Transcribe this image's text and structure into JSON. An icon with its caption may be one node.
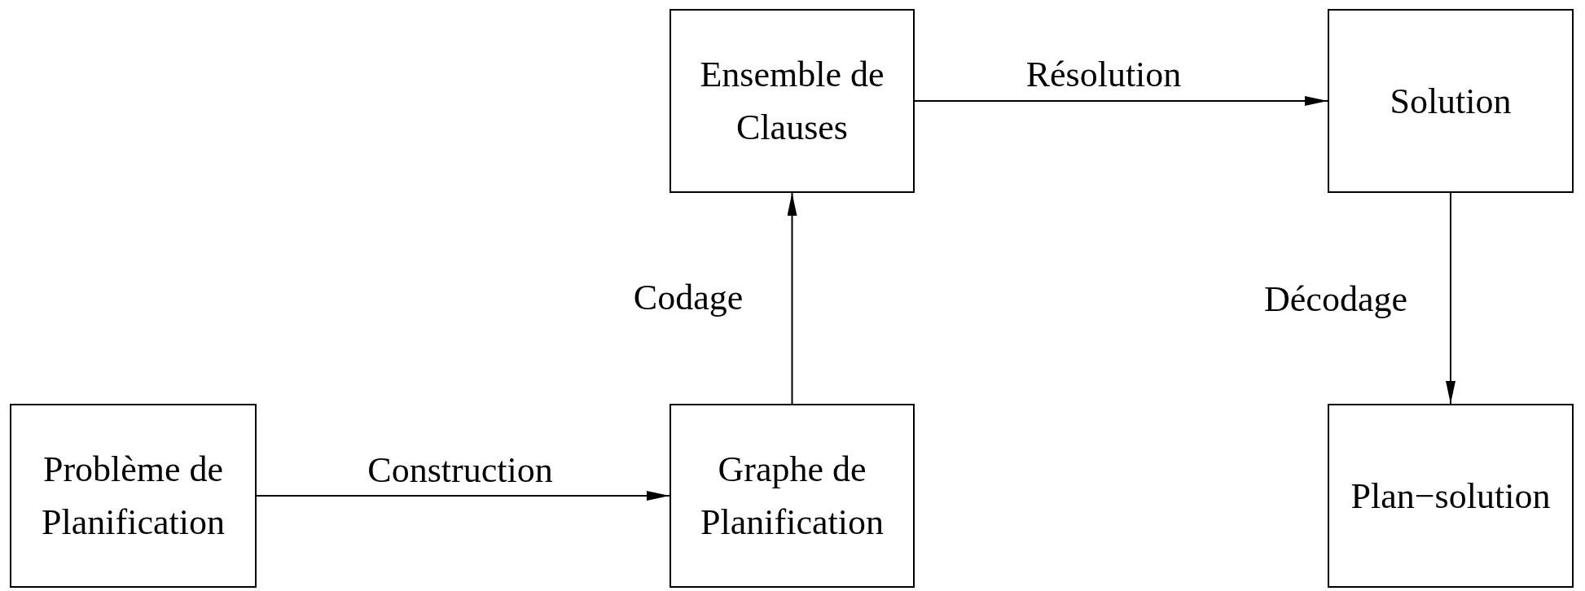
{
  "diagram": {
    "nodes": [
      {
        "text": [
          "Problème de Planification"
        ]
      },
      {
        "text": [
          "Graphe de Planification"
        ]
      },
      {
        "text": [
          "Ensemble de Clauses"
        ]
      },
      {
        "text": [
          "Solution"
        ]
      },
      {
        "text": [
          "Plan−solution"
        ]
      }
    ],
    "edges": [
      {
        "from": 0,
        "to": 1,
        "arrow": "to",
        "label": "Construction"
      },
      {
        "from": 1,
        "to": 2,
        "arrow": "to",
        "label": "Codage"
      },
      {
        "from": 2,
        "to": 3,
        "arrow": "to",
        "label": "Résolution"
      },
      {
        "from": 3,
        "to": 4,
        "arrow": "to",
        "label": "Décodage"
      }
    ]
  }
}
